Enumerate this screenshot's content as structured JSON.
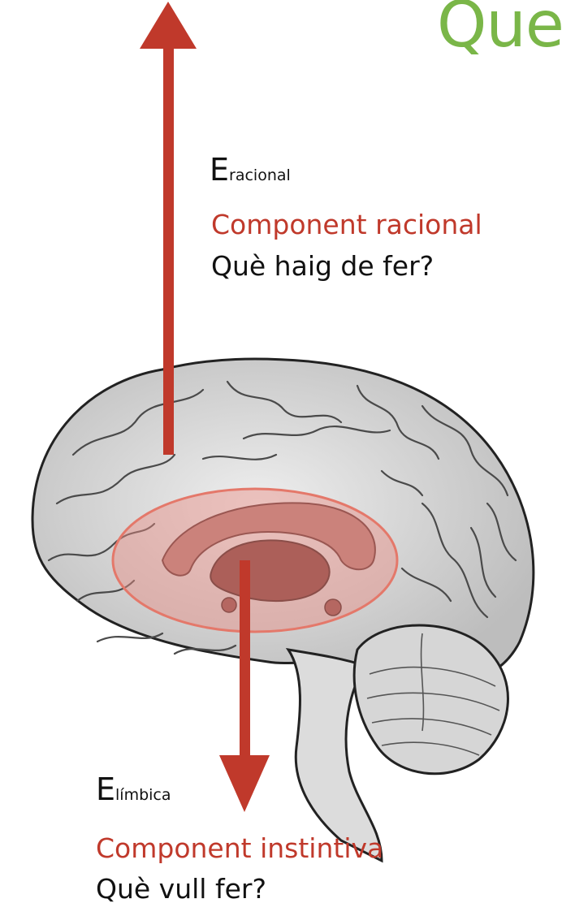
{
  "title": "Que",
  "rational": {
    "energy_main": "E",
    "energy_sub": "racional",
    "label": "Component racional",
    "question": "Què haig de fer?"
  },
  "limbic": {
    "energy_main": "E",
    "energy_sub": "límbica",
    "label": "Component instintiva",
    "question": "Què vull fer?"
  },
  "colors": {
    "title": "#7ab648",
    "arrow": "#c0392b",
    "highlight": "#e8a29a",
    "brain": "#d9d9d9"
  }
}
